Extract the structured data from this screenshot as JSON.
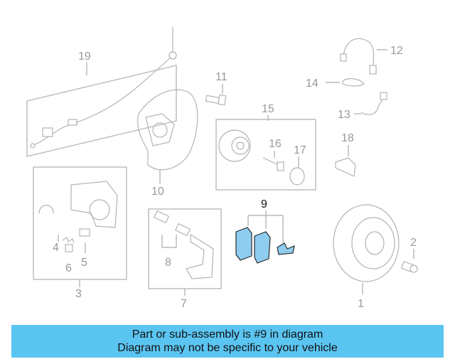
{
  "diagram": {
    "callouts": {
      "c1": "1",
      "c2": "2",
      "c3": "3",
      "c4": "4",
      "c5": "5",
      "c6": "6",
      "c7": "7",
      "c8": "8",
      "c9": "9",
      "c10": "10",
      "c11": "11",
      "c12": "12",
      "c13": "13",
      "c14": "14",
      "c15": "15",
      "c16": "16",
      "c17": "17",
      "c18": "18",
      "c19": "19"
    },
    "highlight_part": "9",
    "colors": {
      "highlight": "#8ecdf0",
      "banner": "#5bc5f2",
      "line_art": "#b3b3b3"
    }
  },
  "banner": {
    "line1": "Part or sub-assembly is #9 in diagram",
    "line2": "Diagram may not be specific to your vehicle"
  }
}
